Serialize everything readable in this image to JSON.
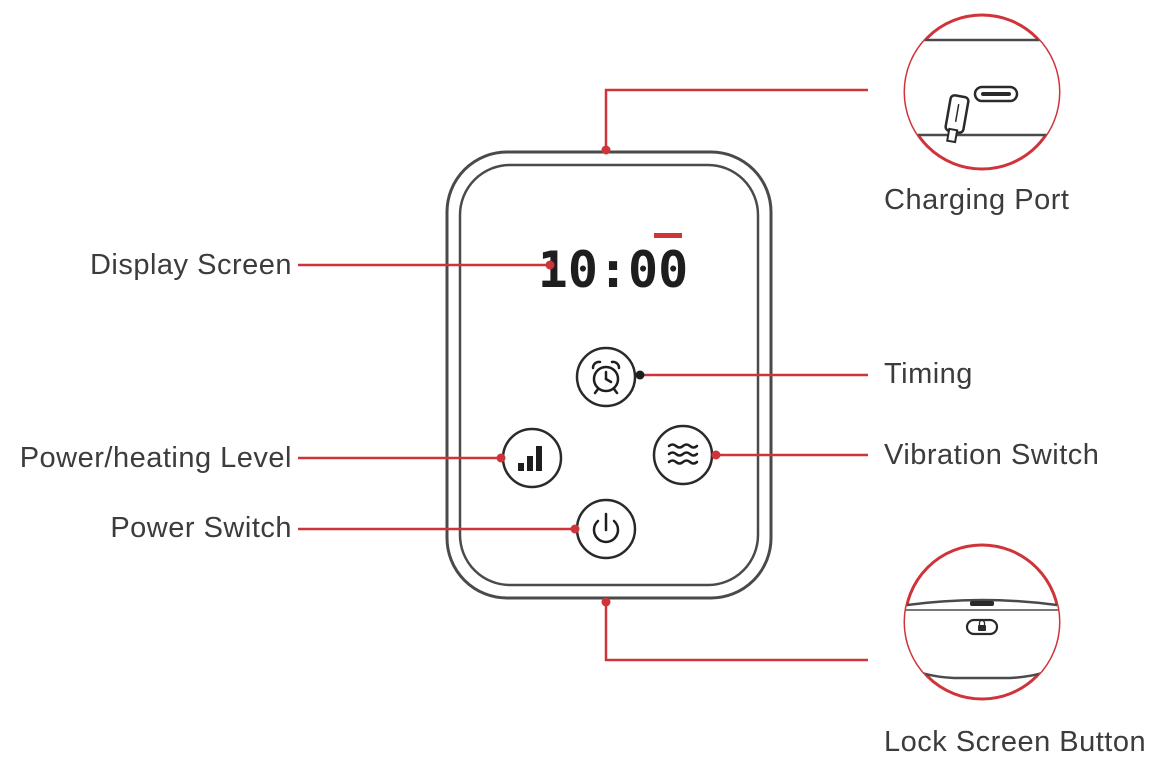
{
  "display": {
    "time": "10:00"
  },
  "labels": {
    "display_screen": "Display Screen",
    "power_heating_level": "Power/heating Level",
    "power_switch": "Power Switch",
    "timing": "Timing",
    "vibration_switch": "Vibration Switch",
    "charging_port": "Charging Port",
    "lock_screen_button": "Lock Screen Button"
  },
  "icons": {
    "timing": "alarm-clock-icon",
    "power_level": "signal-bars-icon",
    "vibration": "waves-icon",
    "power": "power-icon",
    "charging": "usb-plug-icon",
    "lock": "lock-icon"
  },
  "colors": {
    "leader": "#d0343b",
    "outline": "#4a4a4a",
    "text": "#3c3c3c"
  }
}
